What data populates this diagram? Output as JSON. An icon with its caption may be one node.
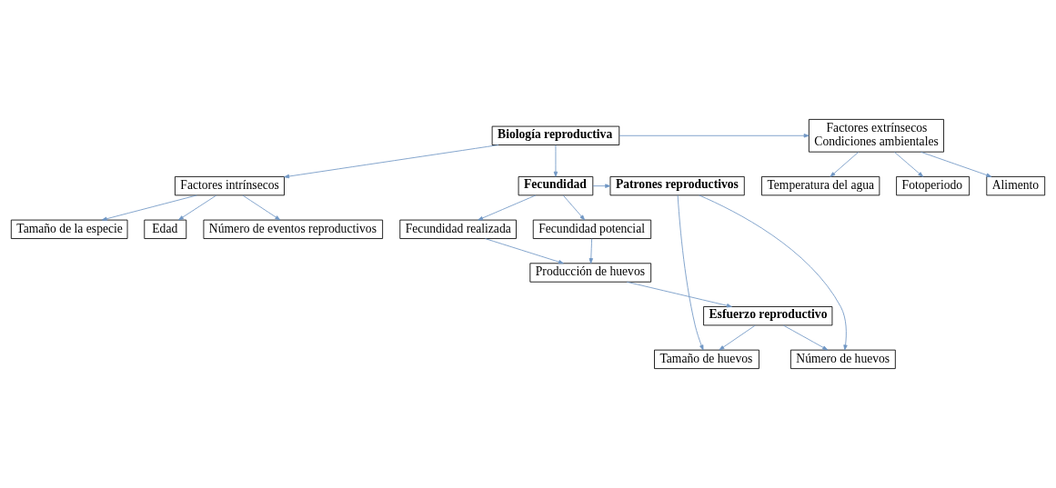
{
  "diagram": {
    "nodes": [
      {
        "text": [
          "Biología reproductiva"
        ]
      },
      {
        "text": [
          "Factores extrínsecos",
          "Condiciones ambientales"
        ]
      },
      {
        "text": [
          "Temperatura del agua"
        ]
      },
      {
        "text": [
          "Fotoperiodo"
        ]
      },
      {
        "text": [
          "Alimento"
        ]
      },
      {
        "text": [
          "Factores intrínsecos"
        ]
      },
      {
        "text": [
          "Tamaño de la especie"
        ]
      },
      {
        "text": [
          "Edad"
        ]
      },
      {
        "text": [
          "Número de eventos reproductivos"
        ]
      },
      {
        "text": [
          "Fecundidad"
        ]
      },
      {
        "text": [
          "Patrones reproductivos"
        ]
      },
      {
        "text": [
          "Fecundidad potencial"
        ]
      },
      {
        "text": [
          "Fecundidad realizada"
        ]
      },
      {
        "text": [
          "Número de huevos"
        ]
      },
      {
        "text": [
          "Tamaño de huevos"
        ]
      },
      {
        "text": [
          "Producción de huevos"
        ]
      },
      {
        "text": [
          "Esfuerzo reproductivo"
        ]
      }
    ],
    "edges": [
      {
        "from": 0,
        "to": 1,
        "arrow": "to"
      },
      {
        "from": 0,
        "to": 5,
        "arrow": "to"
      },
      {
        "from": 1,
        "to": 2,
        "arrow": "to"
      },
      {
        "from": 1,
        "to": 3,
        "arrow": "to"
      },
      {
        "from": 1,
        "to": 4,
        "arrow": "to"
      },
      {
        "from": 5,
        "to": 6,
        "arrow": "to"
      },
      {
        "from": 5,
        "to": 7,
        "arrow": "to"
      },
      {
        "from": 5,
        "to": 8,
        "arrow": "to"
      },
      {
        "from": 0,
        "to": 9,
        "arrow": "to"
      },
      {
        "from": 9,
        "to": 10,
        "arrow": "to"
      },
      {
        "from": 9,
        "to": 11,
        "arrow": "to"
      },
      {
        "from": 9,
        "to": 12,
        "arrow": "to"
      },
      {
        "from": 10,
        "to": 13,
        "arrow": "to"
      },
      {
        "from": 10,
        "to": 14,
        "arrow": "to"
      },
      {
        "from": 11,
        "to": 15,
        "arrow": "to"
      },
      {
        "from": 12,
        "to": 15,
        "arrow": "to"
      },
      {
        "from": 15,
        "to": 16,
        "arrow": "to"
      },
      {
        "from": 16,
        "to": 13,
        "arrow": "to"
      },
      {
        "from": 16,
        "to": 14,
        "arrow": "to"
      }
    ]
  }
}
